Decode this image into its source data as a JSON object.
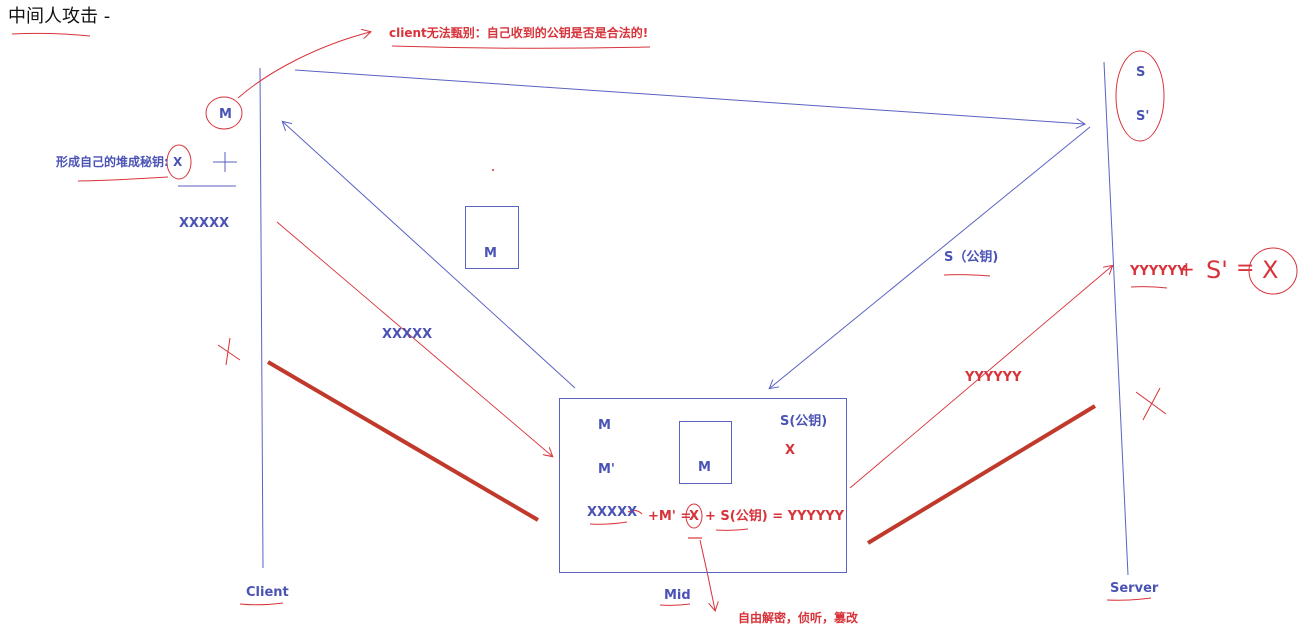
{
  "title": "中间人攻击 -",
  "note_top": "client无法甄别：自己收到的公钥是否是合法的!",
  "client": {
    "label": "Client",
    "m": "M",
    "form_key": "形成自己的堆成秘钥: X",
    "data": "XXXXX",
    "cross": "X"
  },
  "server": {
    "label": "Server",
    "s": "S",
    "s_prime": "S'",
    "formula_y": "YYYYYY",
    "formula_plus": "+",
    "formula_sp": "S'",
    "formula_eq": "=",
    "formula_x": "X",
    "cross": "X"
  },
  "flow": {
    "m_box_label": "M",
    "data_to_mid": "XXXXX",
    "s_pubkey": "S（公钥)",
    "yyy": "YYYYYY"
  },
  "mid": {
    "label": "Mid",
    "m": "M",
    "m_prime": "M'",
    "inner_m": "M",
    "s_pub": "S(公钥)",
    "x": "X",
    "formula_left": "XXXXX",
    "formula_right_a": "+M' =",
    "formula_x": "X",
    "formula_right_b": "+ S(公钥) = YYYYYY",
    "note": "自由解密，侦听，篡改"
  },
  "colors": {
    "blue": "#4b53b5",
    "red": "#d7333a",
    "dark_red": "#c0392b"
  }
}
